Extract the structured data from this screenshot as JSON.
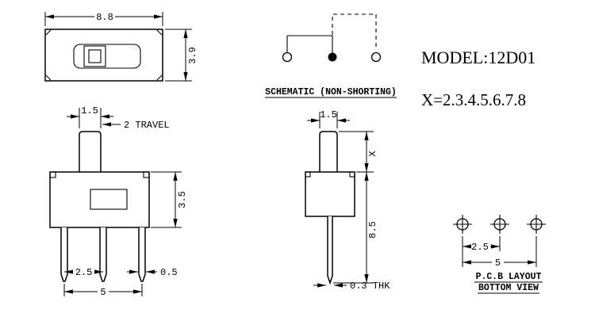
{
  "drawing": {
    "model_label": "MODEL:12D01",
    "x_range_label": "X=2.3.4.5.6.7.8",
    "colors": {
      "line": "#000000",
      "background": "#ffffff"
    },
    "schematic": {
      "caption": "SCHEMATIC (NON-SHORTING)"
    },
    "top_view": {
      "dim_width": "8.8",
      "dim_height": "3.9"
    },
    "front_view": {
      "dim_knob_width": "1.5",
      "dim_travel": "2 TRAVEL",
      "dim_body_height": "3.5",
      "dim_pin_pitch": "2.5",
      "dim_pin_width": "0.5",
      "dim_pin_span": "5"
    },
    "side_view": {
      "dim_knob_width": "1.5",
      "dim_actuator_height": "X",
      "dim_total_height": "8.5",
      "dim_pin_thickness": "0.3 THK"
    },
    "pcb": {
      "dim_pitch": "2.5",
      "dim_span": "5",
      "caption_line1": "P.C.B LAYOUT",
      "caption_line2": "BOTTOM VIEW"
    }
  }
}
